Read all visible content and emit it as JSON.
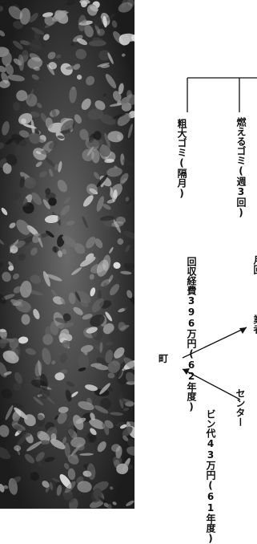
{
  "diagram": {
    "bulky_waste": {
      "main": "粗大ゴミ",
      "sub": "(隔月)"
    },
    "burnable_waste": {
      "main": "燃えるゴミ",
      "sub": "(週3回)"
    },
    "collection_cost": {
      "main": "回収経費396万円",
      "sub": "(62年度)"
    },
    "town": "町",
    "bottle_fee": {
      "main": "ビン代43万円",
      "sub": "(61年度)"
    },
    "center_partial": "センター",
    "edge_fragment_1": "月回",
    "edge_fragment_2": "業者"
  }
}
